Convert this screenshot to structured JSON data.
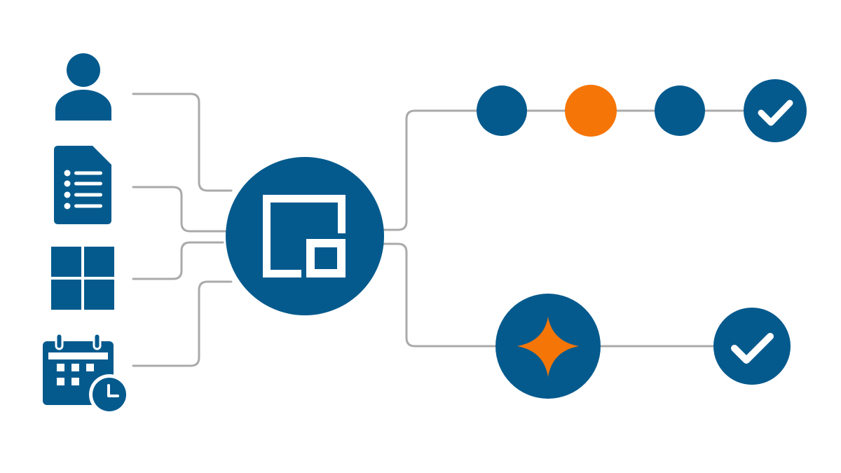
{
  "colors": {
    "primary": "#045a8d",
    "accent": "#f57507",
    "connector": "#aaaaaa",
    "background": "#ffffff",
    "icon_fill": "#ffffff"
  },
  "inputs": [
    {
      "icon": "user-icon"
    },
    {
      "icon": "document-list-icon"
    },
    {
      "icon": "grid-icon"
    },
    {
      "icon": "calendar-clock-icon"
    }
  ],
  "hub": {
    "icon": "app-window-icon"
  },
  "workflow_top": {
    "steps": [
      {
        "state": "done"
      },
      {
        "state": "current"
      },
      {
        "state": "pending"
      },
      {
        "state": "complete",
        "icon": "check-icon"
      }
    ]
  },
  "workflow_bottom": {
    "steps": [
      {
        "state": "ai",
        "icon": "sparkle-icon"
      },
      {
        "state": "complete",
        "icon": "check-icon"
      }
    ]
  }
}
